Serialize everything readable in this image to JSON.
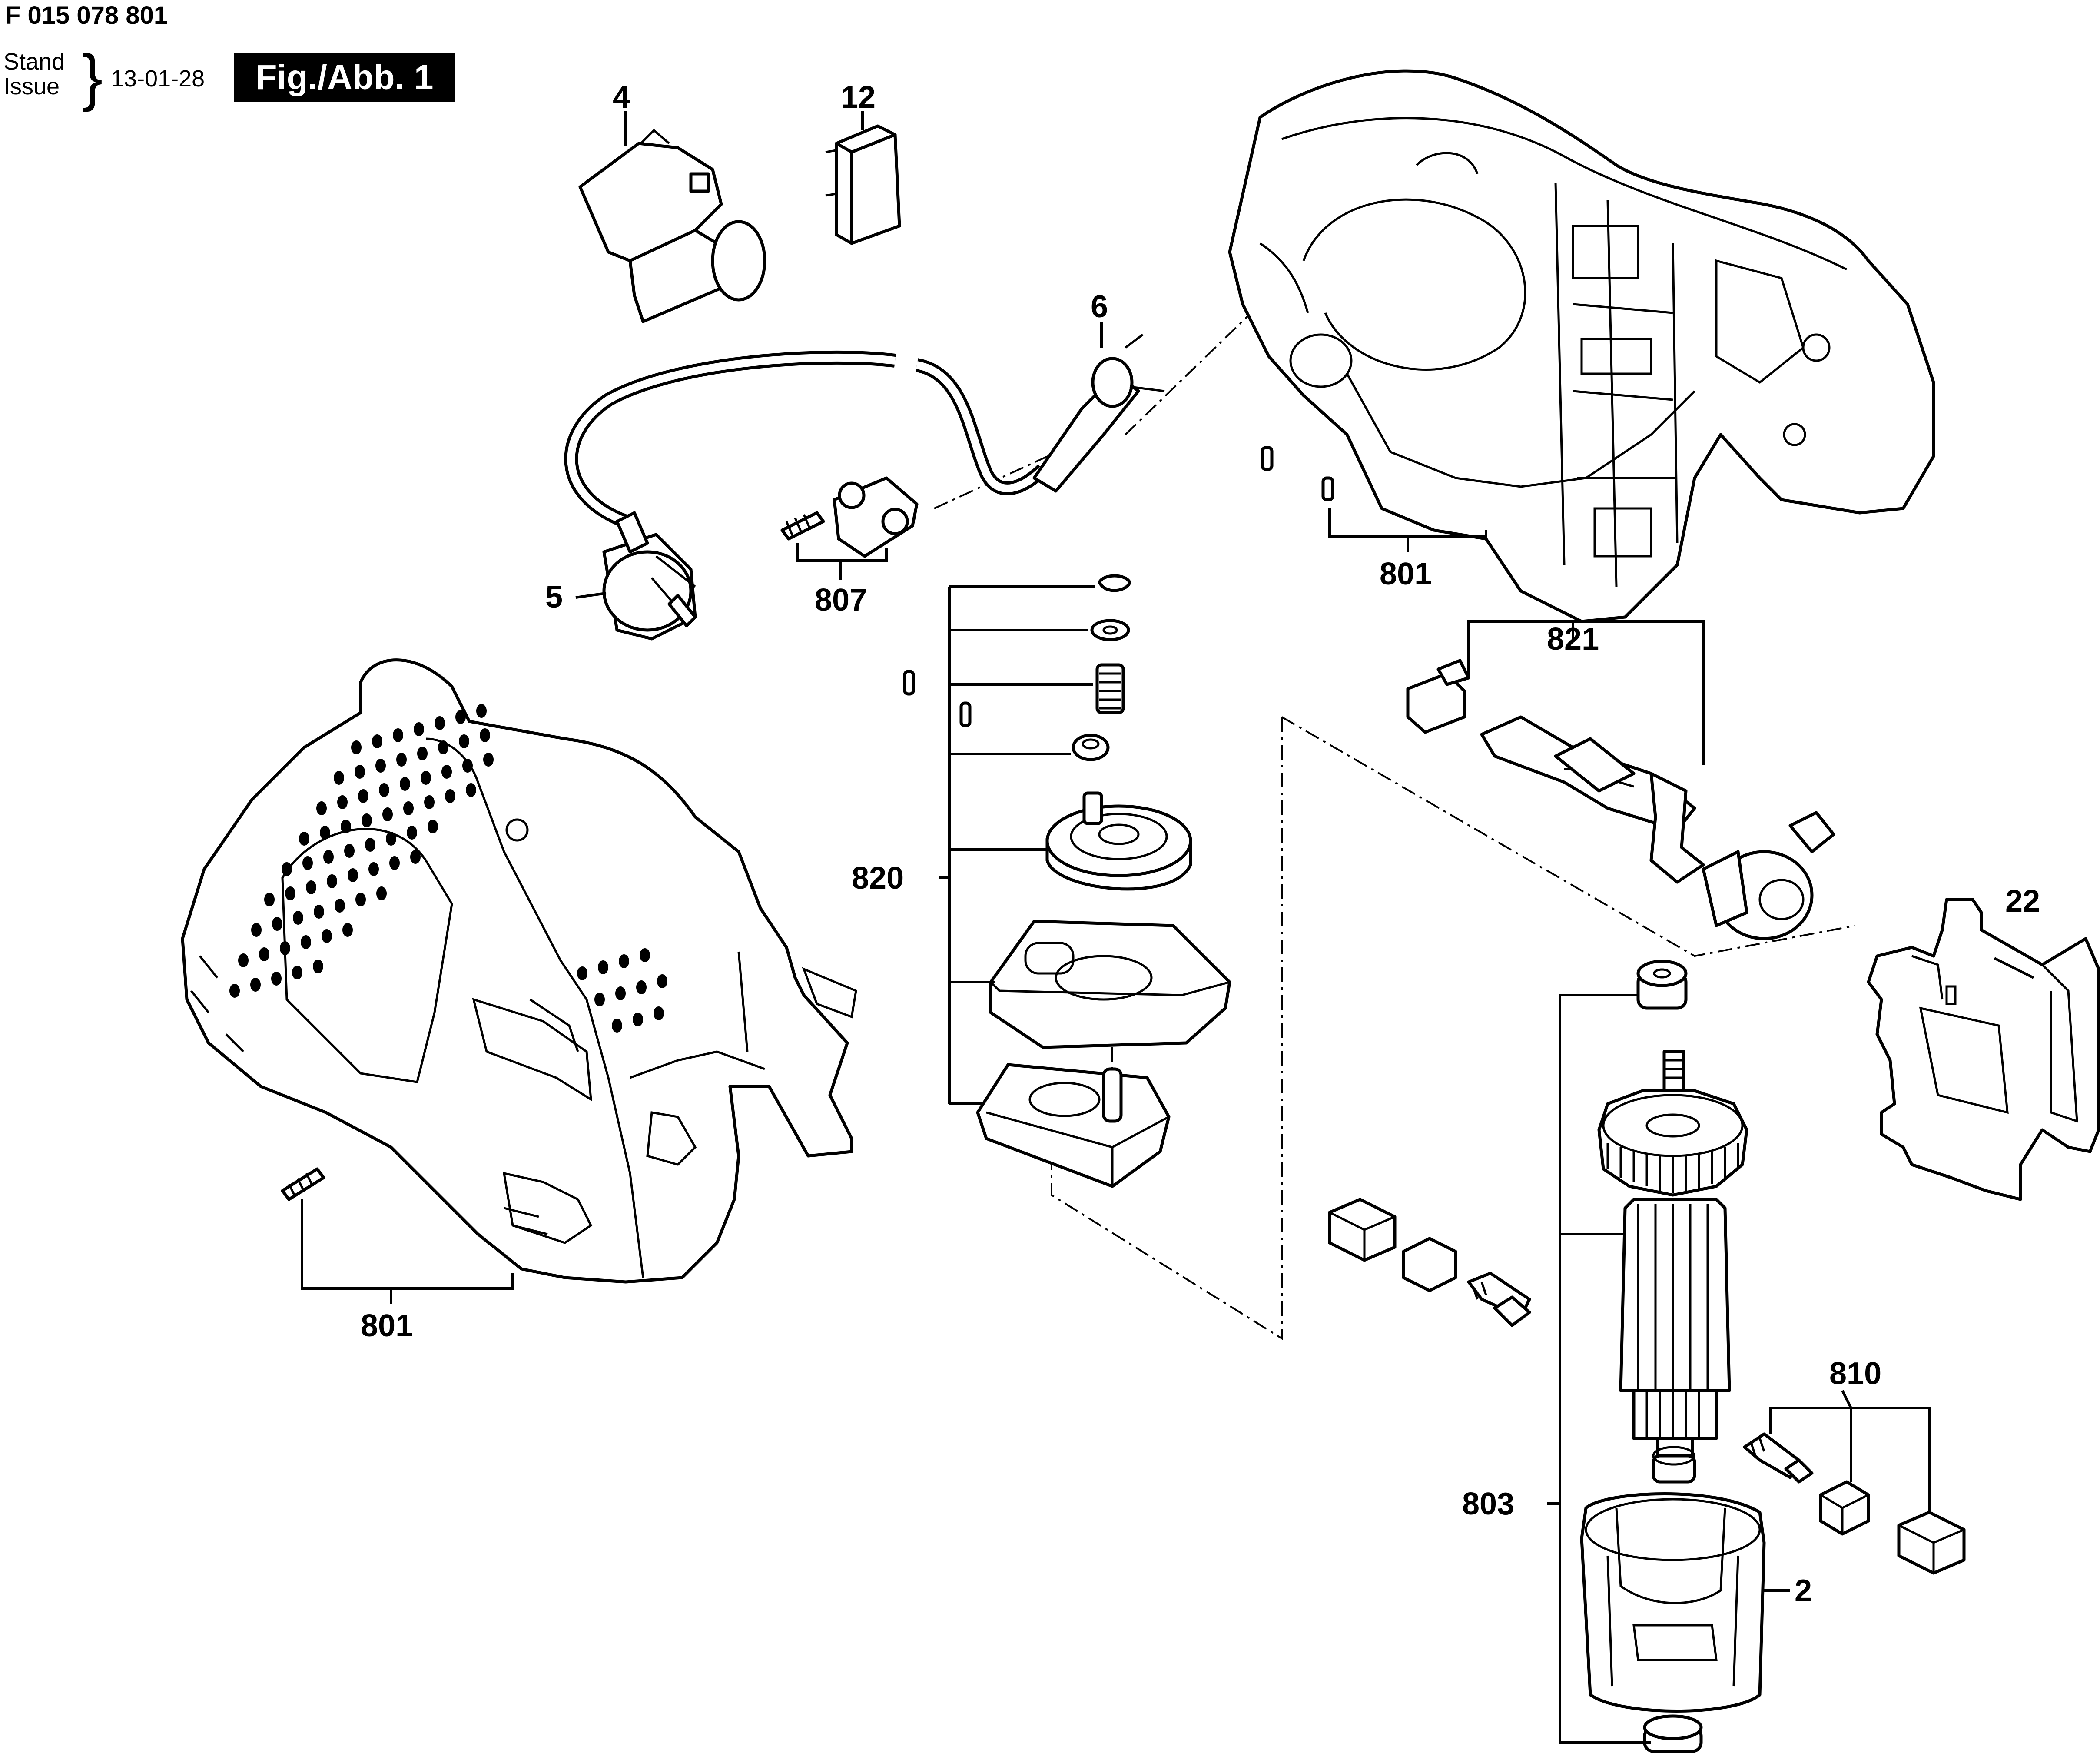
{
  "header": {
    "doc_id": "F 015 078 801",
    "stand": "Stand",
    "issue": "Issue",
    "brace": "}",
    "date": "13-01-28",
    "figure": "Fig./Abb. 1"
  },
  "callouts": {
    "p4": "4",
    "p12": "12",
    "p6": "6",
    "p5": "5",
    "p807": "807",
    "p801_top": "801",
    "p821": "821",
    "p820": "820",
    "p801_bottom": "801",
    "p22": "22",
    "p803": "803",
    "p810": "810",
    "p2": "2"
  },
  "parts": [
    {
      "ref": "2",
      "icon": "field-housing-icon"
    },
    {
      "ref": "4",
      "icon": "switch-icon"
    },
    {
      "ref": "5",
      "icon": "mains-plug-icon"
    },
    {
      "ref": "6",
      "icon": "cable-sleeve-icon"
    },
    {
      "ref": "12",
      "icon": "suppressor-capacitor-icon"
    },
    {
      "ref": "22",
      "icon": "blade-guide-plate-icon"
    },
    {
      "ref": "801",
      "icon": "housing-shell-icon"
    },
    {
      "ref": "803",
      "icon": "armature-icon"
    },
    {
      "ref": "807",
      "icon": "cable-clamp-icon"
    },
    {
      "ref": "810",
      "icon": "carbon-brush-icon"
    },
    {
      "ref": "820",
      "icon": "gear-assembly-icon"
    },
    {
      "ref": "821",
      "icon": "plunger-assembly-icon"
    }
  ]
}
